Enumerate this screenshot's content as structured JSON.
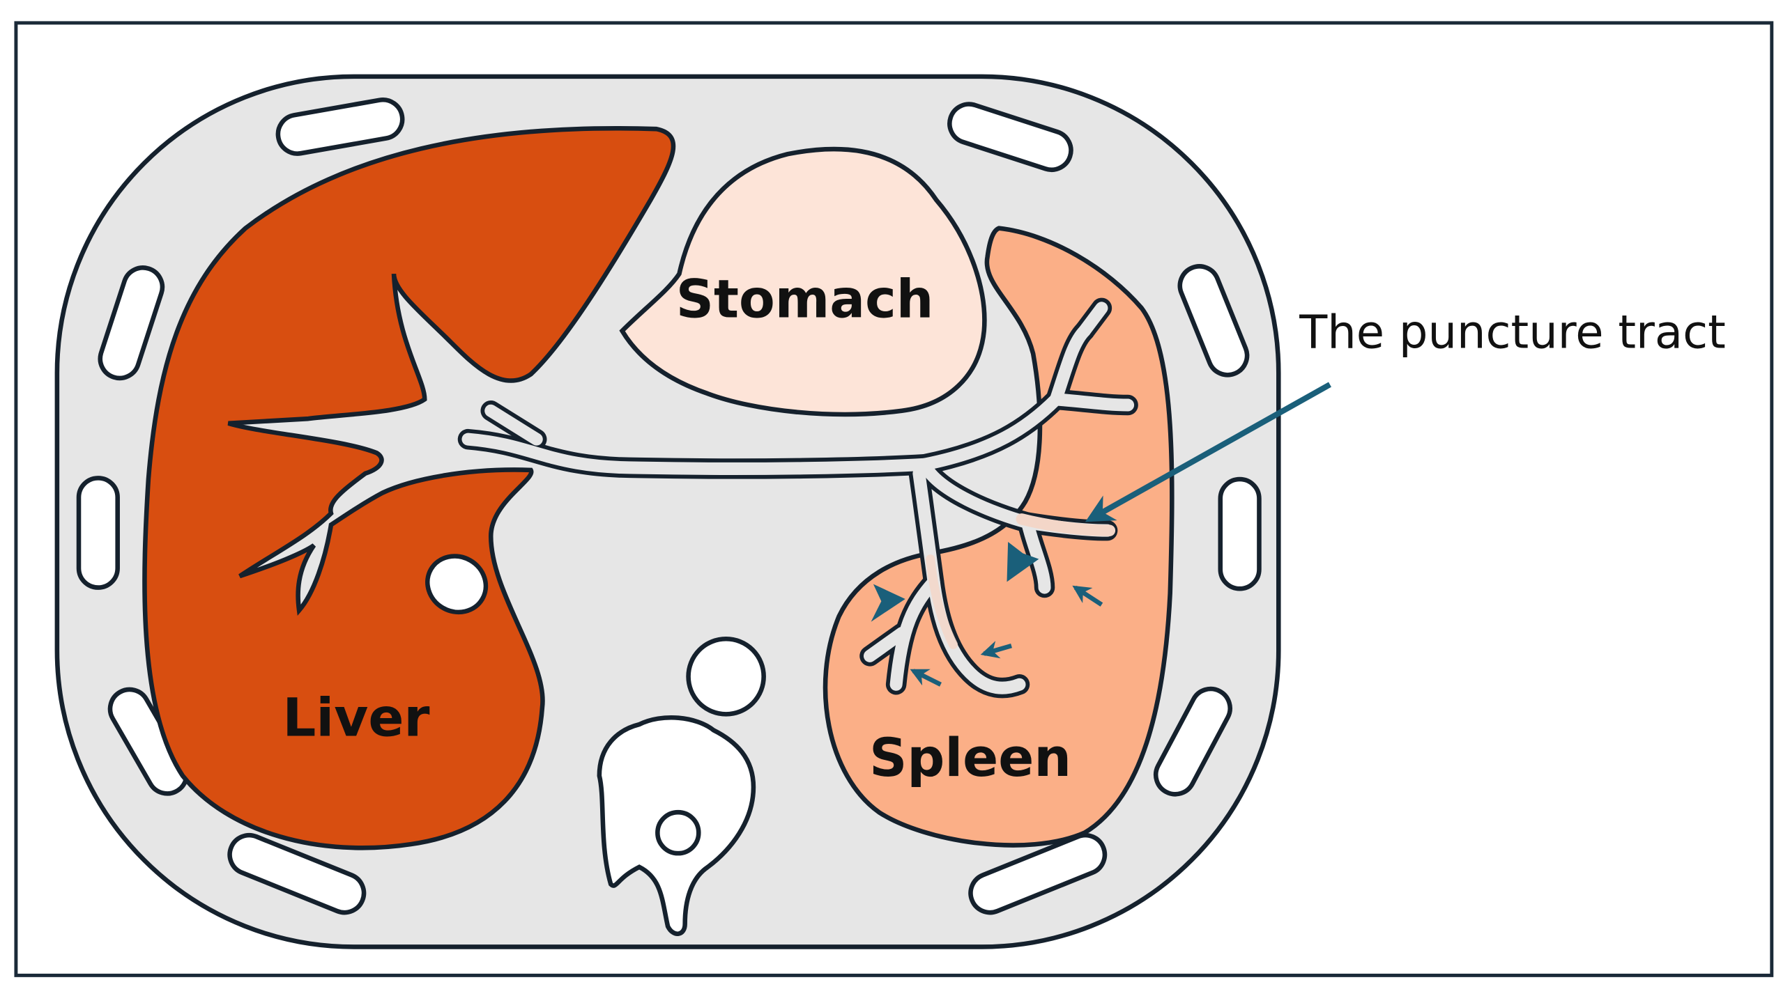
{
  "labels": {
    "liver": "Liver",
    "stomach": "Stomach",
    "spleen": "Spleen",
    "puncture_tract": "The puncture tract"
  },
  "colors": {
    "frame_border": "#1b2a38",
    "body_fill": "#e6e6e6",
    "outline": "#15212d",
    "liver": "#d84e10",
    "stomach": "#fde4d8",
    "spleen": "#fbaf87",
    "vessel_fill": "#e6e6e6",
    "tract": "#f3d6c8",
    "arrow": "#1a5f7a",
    "bone": "#ffffff"
  },
  "icons": {
    "tract_arrow": "arrow-icon",
    "arrowheads": "arrowhead-icon",
    "small_arrows": "small-arrow-icon"
  }
}
